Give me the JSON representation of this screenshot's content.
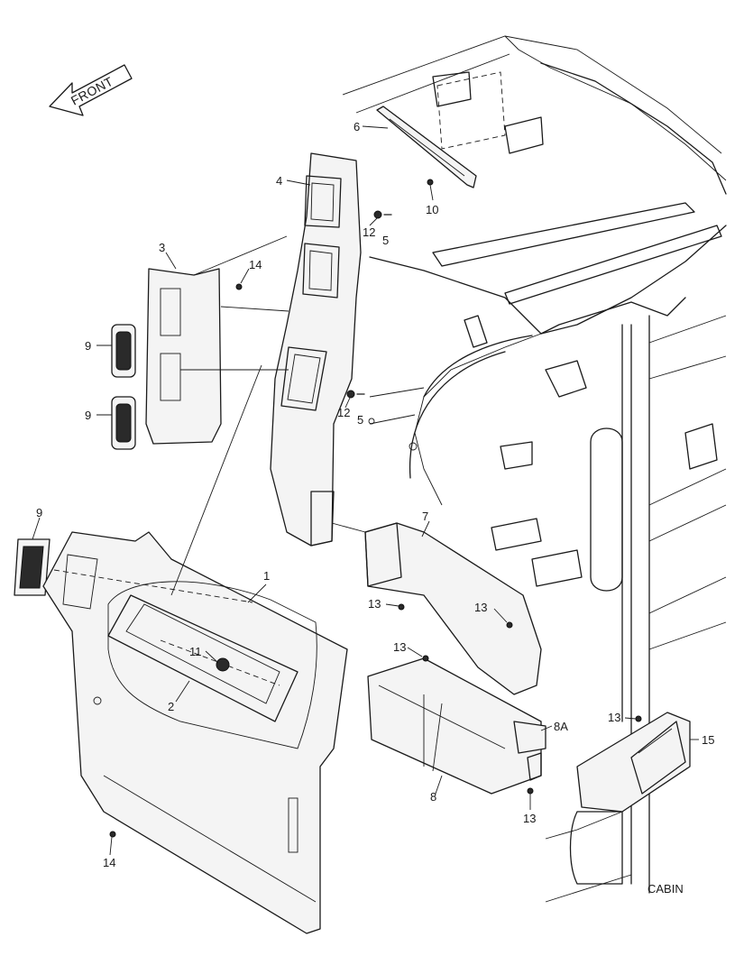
{
  "direction_label": "FRONT",
  "cabin_label": "CABIN",
  "callouts": {
    "c1": "1",
    "c2": "2",
    "c3": "3",
    "c4": "4",
    "c5a": "5",
    "c5b": "5",
    "c6": "6",
    "c7": "7",
    "c8": "8",
    "c8a": "8A",
    "c9a": "9",
    "c9b": "9",
    "c9c": "9",
    "c10": "10",
    "c11": "11",
    "c12a": "12",
    "c12b": "12",
    "c13a": "13",
    "c13b": "13",
    "c13c": "13",
    "c13d": "13",
    "c13e": "13",
    "c14a": "14",
    "c14b": "14",
    "c15": "15"
  }
}
